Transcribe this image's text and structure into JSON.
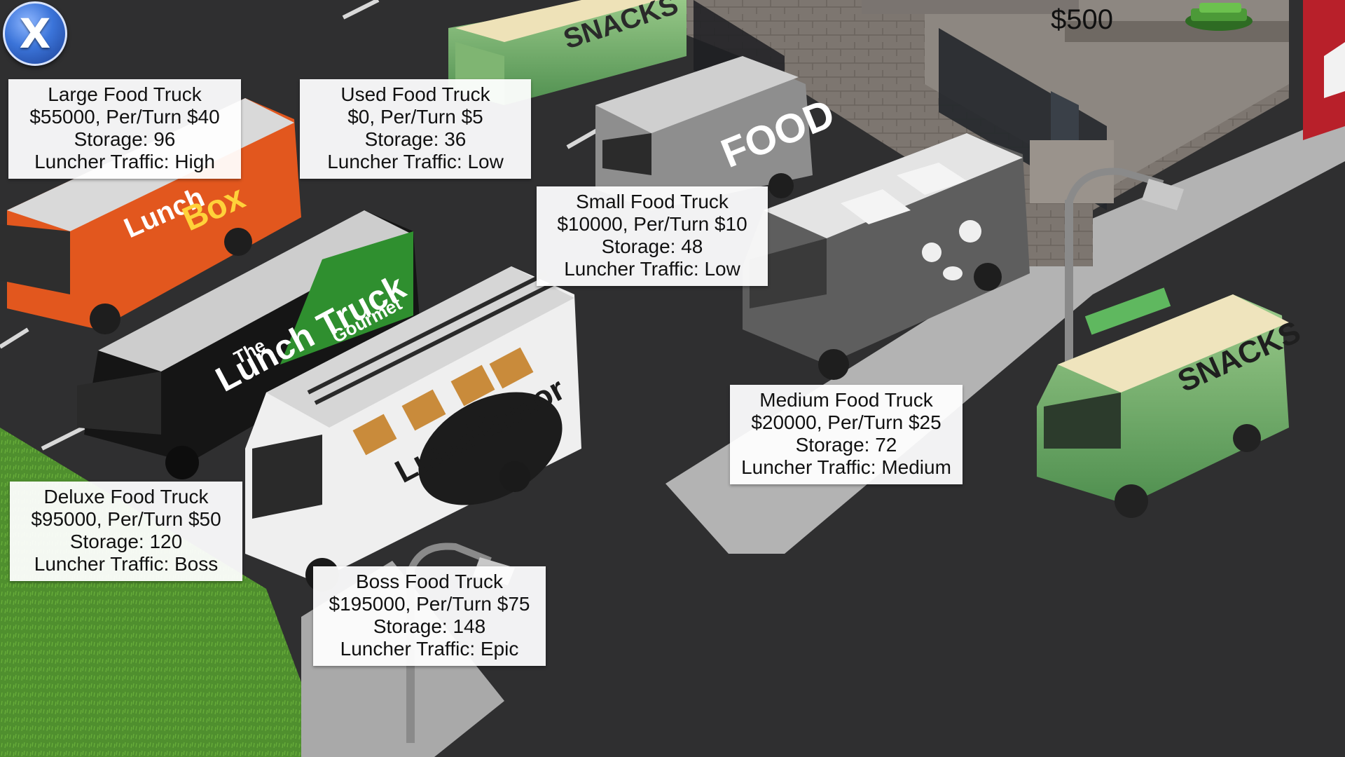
{
  "hud": {
    "close_label": "X",
    "money": "$500"
  },
  "trucks": [
    {
      "name": "Large Food Truck",
      "price_line": "$55000, Per/Turn $40",
      "storage": "Storage: 96",
      "traffic": "Luncher Traffic: High"
    },
    {
      "name": "Used Food Truck",
      "price_line": "$0, Per/Turn $5",
      "storage": "Storage: 36",
      "traffic": "Luncher Traffic: Low"
    },
    {
      "name": "Small Food Truck",
      "price_line": "$10000, Per/Turn $10",
      "storage": "Storage: 48",
      "traffic": "Luncher Traffic: Low"
    },
    {
      "name": "Medium Food Truck",
      "price_line": "$20000, Per/Turn $25",
      "storage": "Storage: 72",
      "traffic": "Luncher Traffic: Medium"
    },
    {
      "name": "Deluxe Food Truck",
      "price_line": "$95000, Per/Turn $50",
      "storage": "Storage: 120",
      "traffic": "Luncher Traffic: Boss"
    },
    {
      "name": "Boss Food Truck",
      "price_line": "$195000, Per/Turn $75",
      "storage": "Storage: 148",
      "traffic": "Luncher Traffic: Epic"
    }
  ],
  "truck_livery": {
    "large": [
      "Lunch",
      "Box"
    ],
    "deluxe": [
      "The",
      "Lunch Truck",
      "Gourmet"
    ],
    "boss": "Lunchinator",
    "small": "FOOD",
    "used": "SNACKS",
    "used_top": "SNACKS"
  }
}
